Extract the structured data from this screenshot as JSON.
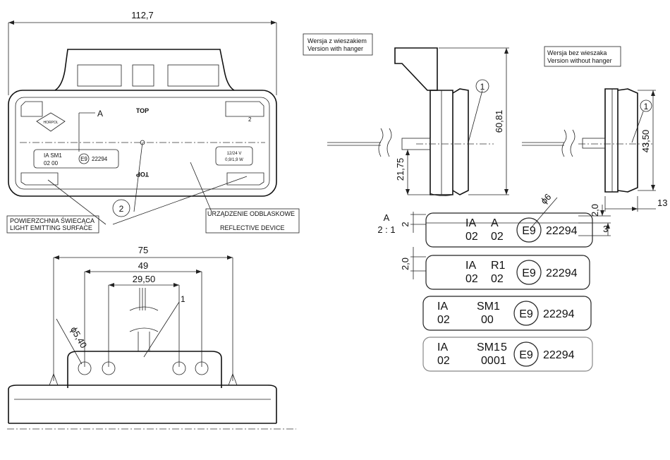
{
  "front_view": {
    "dim_width": "112,7",
    "top_label": "TOP",
    "top_label_inverted": "TOP",
    "detail_marker": "A",
    "corner_number": "2",
    "logo_text": "HORPOL",
    "approval": {
      "line1": "IA   SM1",
      "line2": "02   00",
      "number": "22294",
      "emark": "E9"
    },
    "voltage": {
      "line1": "12/24 V",
      "line2": "0,9/1,9 W"
    },
    "balloon": "2",
    "callout_left": {
      "line1": "POWIERZCHNIA ŚWIECĄCA",
      "line2": "LIGHT EMITTING SURFACE"
    },
    "callout_right": {
      "line1": "URZĄDZENIE ODBLASKOWE",
      "line2": "REFLECTIVE DEVICE"
    }
  },
  "bottom_view": {
    "dim_75": "75",
    "dim_49": "49",
    "dim_29_50": "29,50",
    "dim_hole": "ϕ5,40",
    "balloon": "1"
  },
  "side_hanger": {
    "title_pl": "Wersja z wieszakiem",
    "title_en": "Version with hanger",
    "dim_height": "60,81",
    "dim_offset": "21,75",
    "balloon": "1"
  },
  "side_no_hanger": {
    "title_pl": "Wersja bez wieszaka",
    "title_en": "Version without hanger",
    "dim_height": "43,50",
    "dim_depth": "13",
    "balloon": "1"
  },
  "detail": {
    "label": "A",
    "scale": "2 : 1",
    "dim_phi6": "ϕ6",
    "dim_2_0_top": "2,0",
    "dim_2": "2",
    "dim_3": "3",
    "dim_2_0_left": "2,0",
    "plates": [
      {
        "a": "IA",
        "b": "A",
        "c": "",
        "d": "02",
        "e": "02",
        "f": "",
        "emark": "E9",
        "number": "22294"
      },
      {
        "a": "IA",
        "b": "R1",
        "c": "",
        "d": "02",
        "e": "02",
        "f": "",
        "emark": "E9",
        "number": "22294"
      },
      {
        "a": "IA",
        "b": "SM1",
        "c": "",
        "d": "02",
        "e": "00",
        "f": "",
        "emark": "E9",
        "number": "22294"
      },
      {
        "a": "IA",
        "b": "SM1",
        "c": "5",
        "d": "02",
        "e": "00",
        "f": "01",
        "emark": "E9",
        "number": "22294"
      }
    ]
  }
}
